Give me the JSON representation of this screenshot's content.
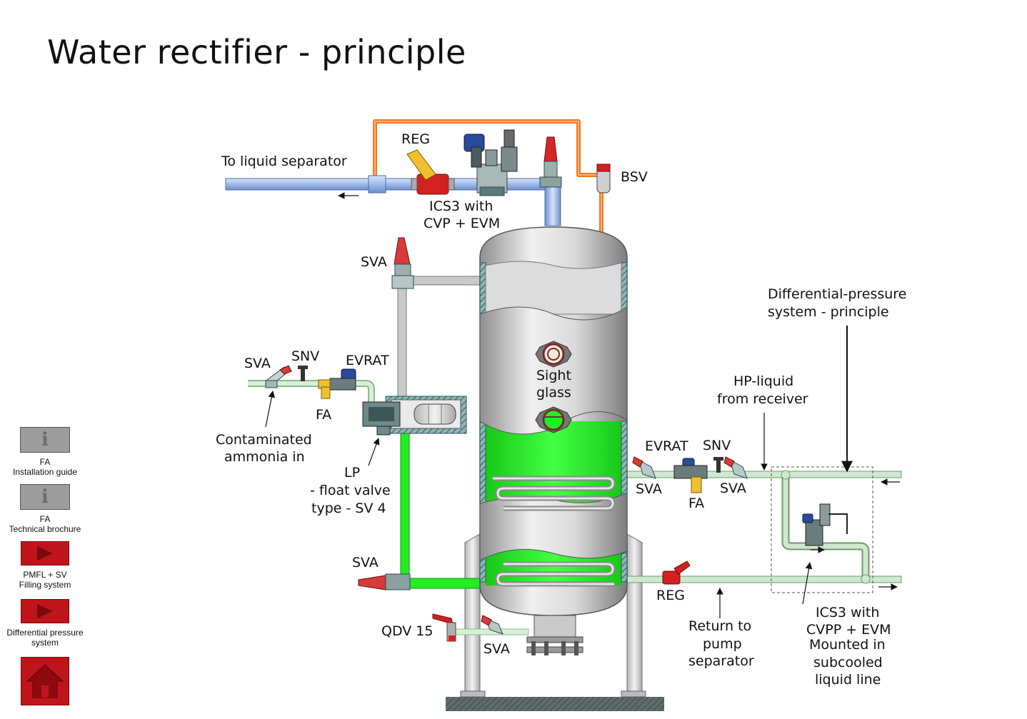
{
  "title": "Water rectifier - principle",
  "labels": {
    "to_liquid_separator": "To liquid separator",
    "reg_top": "REG",
    "ics3_top_l1": "ICS3 with",
    "ics3_top_l2": "CVP + EVM",
    "bsv": "BSV",
    "sva_upper": "SVA",
    "sva_left": "SVA",
    "snv_left": "SNV",
    "evrat_left": "EVRAT",
    "fa_left": "FA",
    "contaminated_l1": "Contaminated",
    "contaminated_l2": "ammonia in",
    "lp_l1": "LP",
    "lp_l2": "- float valve",
    "lp_l3": "type - SV 4",
    "sight_l1": "Sight",
    "sight_l2": "glass",
    "dps_l1": "Differential-pressure",
    "dps_l2": "system - principle",
    "hp_l1": "HP-liquid",
    "hp_l2": "from receiver",
    "evrat_right": "EVRAT",
    "snv_right": "SNV",
    "sva_right_1": "SVA",
    "sva_right_2": "SVA",
    "fa_right": "FA",
    "sva_bottom": "SVA",
    "reg_bottom": "REG",
    "return_l1": "Return to",
    "return_l2": "pump",
    "return_l3": "separator",
    "ics3_bottom_l1": "ICS3 with",
    "ics3_bottom_l2": "CVPP + EVM",
    "ics3_bottom_l3": "Mounted in",
    "ics3_bottom_l4": "subcooled",
    "ics3_bottom_l5": "liquid line",
    "qdv": "QDV 15",
    "sva_drain": "SVA"
  },
  "sidebar": {
    "items": [
      {
        "line1": "FA",
        "line2": "Installation guide",
        "icon": "info-icon"
      },
      {
        "line1": "FA",
        "line2": "Technical  brochure",
        "icon": "info-icon"
      },
      {
        "line1": "PMFL + SV",
        "line2": "Filling system",
        "icon": "play-icon"
      },
      {
        "line1": "Differential pressure",
        "line2": "system",
        "icon": "play-icon"
      },
      {
        "icon": "home-icon"
      }
    ]
  },
  "colors": {
    "liquid_green": "#22ee22",
    "vapour_blue": "#a9c4ee",
    "oil_orange": "#f07a22",
    "vessel_grey": "#c8c8c8",
    "pipe_grey": "#c9c9c9",
    "pale_green_pipe": "#cfe8cf",
    "button_red": "#c0141c",
    "button_grey": "#9c9c9c"
  }
}
